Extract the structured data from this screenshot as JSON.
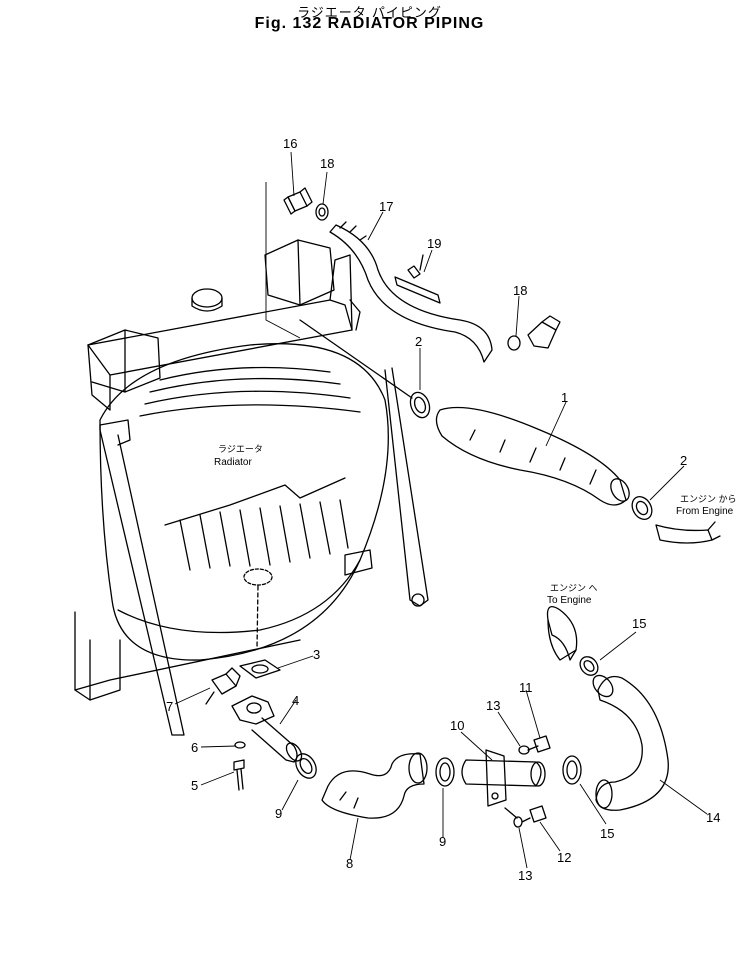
{
  "title": {
    "japanese": "ラジエータ パイピング",
    "english": "Fig. 132  RADIATOR  PIPING"
  },
  "labels": {
    "radiator_jp": "ラジエータ",
    "radiator_en": "Radiator",
    "from_engine_jp": "エンジン から",
    "from_engine_en": "From Engine",
    "to_engine_jp": "エンジン へ",
    "to_engine_en": "To Engine"
  },
  "callouts": {
    "c1": "1",
    "c2a": "2",
    "c2b": "2",
    "c3": "3",
    "c4": "4",
    "c5": "5",
    "c6": "6",
    "c7": "7",
    "c8": "8",
    "c9a": "9",
    "c9b": "9",
    "c10": "10",
    "c11": "11",
    "c12": "12",
    "c13a": "13",
    "c13b": "13",
    "c14": "14",
    "c15a": "15",
    "c15b": "15",
    "c16": "16",
    "c17": "17",
    "c18a": "18",
    "c18b": "18",
    "c19": "19"
  }
}
